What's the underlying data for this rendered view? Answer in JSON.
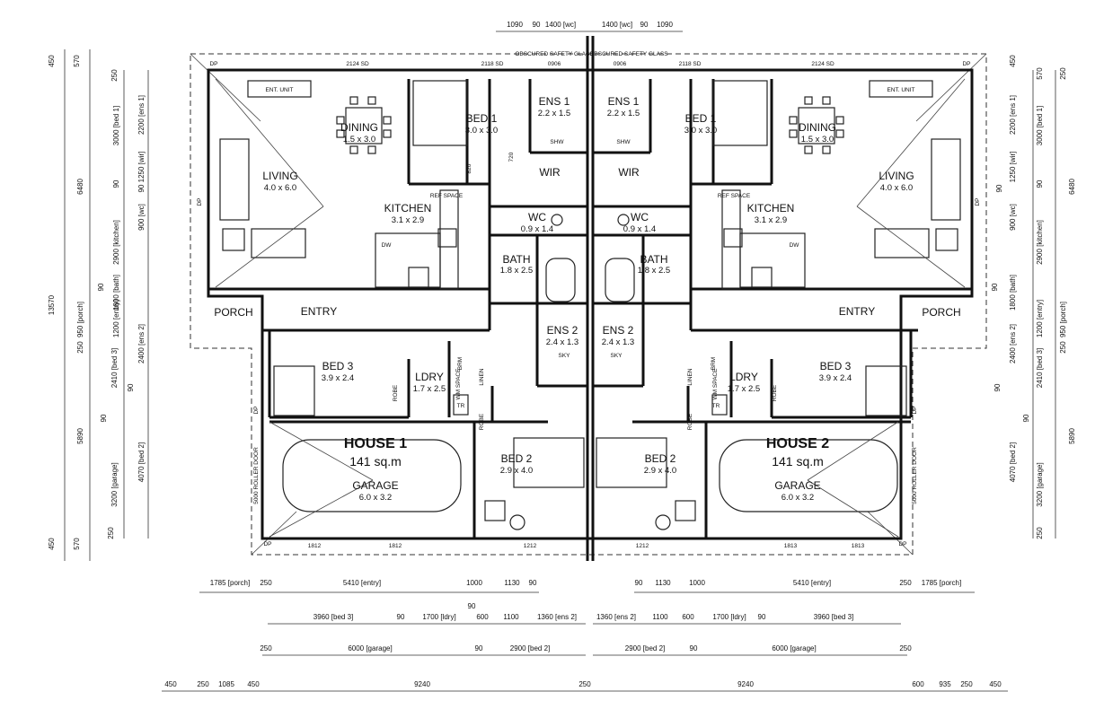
{
  "houses": [
    {
      "title": "HOUSE 1",
      "area": "141 sq.m"
    },
    {
      "title": "HOUSE 2",
      "area": "141 sq.m"
    }
  ],
  "rooms": {
    "dining": {
      "name": "DINING",
      "size": "1.5 x 3.0"
    },
    "living": {
      "name": "LIVING",
      "size": "4.0 x 6.0"
    },
    "kitchen": {
      "name": "KITCHEN",
      "size": "3.1 x 2.9"
    },
    "bed1": {
      "name": "BED 1",
      "size": "3.0 x 3.0"
    },
    "ens1": {
      "name": "ENS 1",
      "size": "2.2 x 1.5"
    },
    "wir": {
      "name": "WIR"
    },
    "wc": {
      "name": "WC",
      "size": "0.9 x 1.4"
    },
    "bath": {
      "name": "BATH",
      "size": "1.8 x 2.5"
    },
    "ens2": {
      "name": "ENS 2",
      "size": "2.4 x 1.3"
    },
    "porch": {
      "name": "PORCH"
    },
    "entry": {
      "name": "ENTRY"
    },
    "bed3": {
      "name": "BED 3",
      "size": "3.9 x 2.4"
    },
    "ldry": {
      "name": "LDRY",
      "size": "1.7 x 2.5"
    },
    "bed2": {
      "name": "BED 2",
      "size": "2.9 x 4.0"
    },
    "garage": {
      "name": "GARAGE",
      "size": "6.0 x 3.2"
    }
  },
  "labels": {
    "ent_unit": "ENT. UNIT",
    "ref_space": "REF SPACE",
    "dw": "DW",
    "robe": "ROBE",
    "linen": "LINEN",
    "brm": "BRM",
    "wm_space": "WM SPACE",
    "tr": "TR",
    "shw": "SHW",
    "sky": "SKY",
    "dp": "DP",
    "roller_door": "5000 ROLLER DOOR",
    "obscured_glass": "OBSCURED SAFETY GLASS",
    "sd_2124": "2124 SD",
    "sd_2118": "2118 SD",
    "w_0906": "0906",
    "w_1812": "1812",
    "w_1212": "1212",
    "w_1813": "1813",
    "d_820": "820",
    "d_720": "720"
  },
  "dims_top": [
    "1090",
    "90",
    "1400 [wc]",
    "1400 [wc]",
    "90",
    "1090"
  ],
  "dims_bottom_row1_left": [
    "1785 [porch]",
    "250",
    "5410 [entry]",
    "1000",
    "1130",
    "90"
  ],
  "dims_bottom_row1_right": [
    "90",
    "1130",
    "1000",
    "5410 [entry]",
    "250",
    "1785 [porch]"
  ],
  "dims_bottom_row2_left": [
    "3960 [bed 3]",
    "90",
    "1700 [ldry]",
    "90",
    "600",
    "1100",
    "1360 [ens 2]"
  ],
  "dims_bottom_row2_right": [
    "1360 [ens 2]",
    "1100",
    "600",
    "1700 [ldry]",
    "90",
    "3960 [bed 3]"
  ],
  "dims_bottom_row3_left": [
    "250",
    "6000 [garage]",
    "90",
    "2900 [bed 2]"
  ],
  "dims_bottom_row3_right": [
    "2900 [bed 2]",
    "90",
    "6000 [garage]",
    "250"
  ],
  "dims_bottom_row4": [
    "450",
    "250",
    "1085",
    "450",
    "9240",
    "250",
    "9240",
    "600",
    "935",
    "250",
    "450"
  ],
  "dims_left": [
    "450",
    "570",
    "250",
    "2200 [ens 1]",
    "3000 [bed 1]",
    "90",
    "1250 [wir]",
    "90",
    "900 [wc]",
    "2900 [kitchen]",
    "1800 [bath]",
    "90",
    "1200 [entry]",
    "950 [porch]",
    "250",
    "2400 [ens 2]",
    "2410 [bed 3]",
    "90",
    "90",
    "4070 [bed 2]",
    "3200 [garage]",
    "250",
    "570",
    "450",
    "6480",
    "5890",
    "13570"
  ],
  "dims_right": [
    "450",
    "570",
    "250",
    "2200 [ens 1]",
    "3000 [bed 1]",
    "90",
    "1250 [wir]",
    "90",
    "900 [wc]",
    "2900 [kitchen]",
    "1800 [bath]",
    "90",
    "1200 [entry]",
    "950 [porch]",
    "250",
    "2400 [ens 2]",
    "2410 [bed 3]",
    "90",
    "90",
    "4070 [bed 2]",
    "3200 [garage]",
    "250",
    "6480",
    "5890"
  ]
}
